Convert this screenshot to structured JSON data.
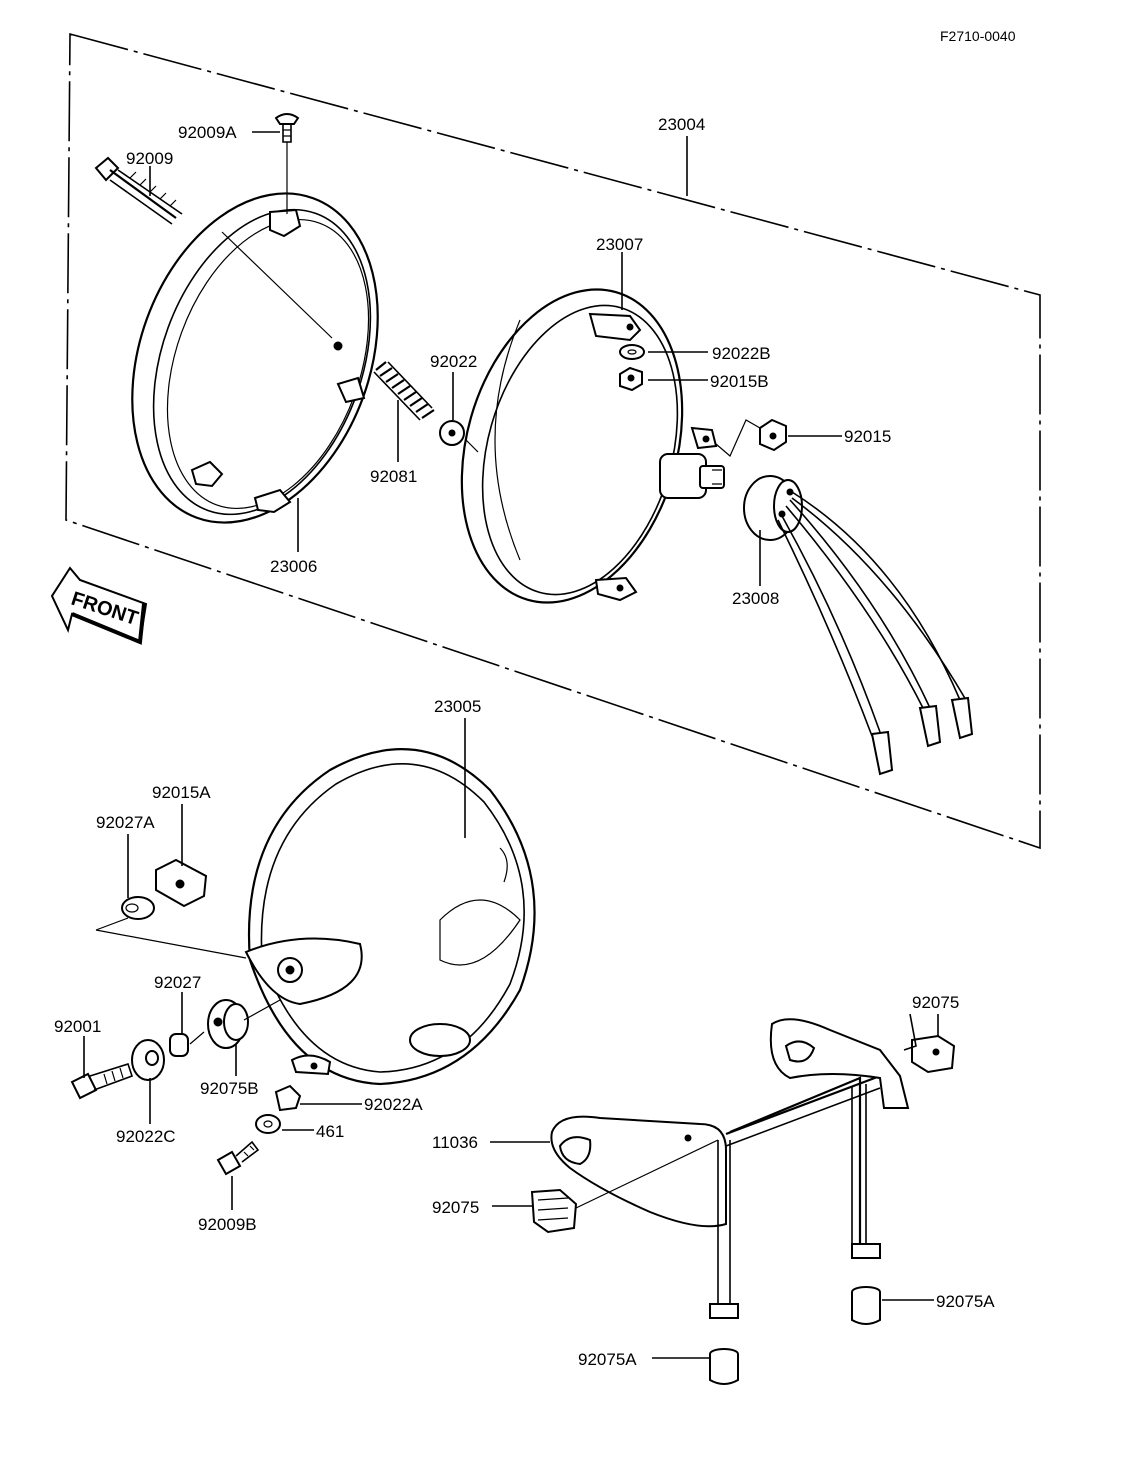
{
  "diagram_code": "F2710-0040",
  "direction_arrow": {
    "label": "FRONT"
  },
  "part_labels": {
    "p23004": "23004",
    "p23007": "23007",
    "p92009A": "92009A",
    "p92009": "92009",
    "p92022": "92022",
    "p92022B": "92022B",
    "p92015B": "92015B",
    "p92015": "92015",
    "p92081": "92081",
    "p23006": "23006",
    "p23008": "23008",
    "p23005": "23005",
    "p92015A": "92015A",
    "p92027A": "92027A",
    "p92027": "92027",
    "p92001": "92001",
    "p92075B": "92075B",
    "p92022C": "92022C",
    "p92022A": "92022A",
    "p461": "461",
    "p92009B": "92009B",
    "p11036": "11036",
    "p92075_right": "92075",
    "p92075_left": "92075",
    "p92075A_right": "92075A",
    "p92075A_bottom": "92075A"
  }
}
